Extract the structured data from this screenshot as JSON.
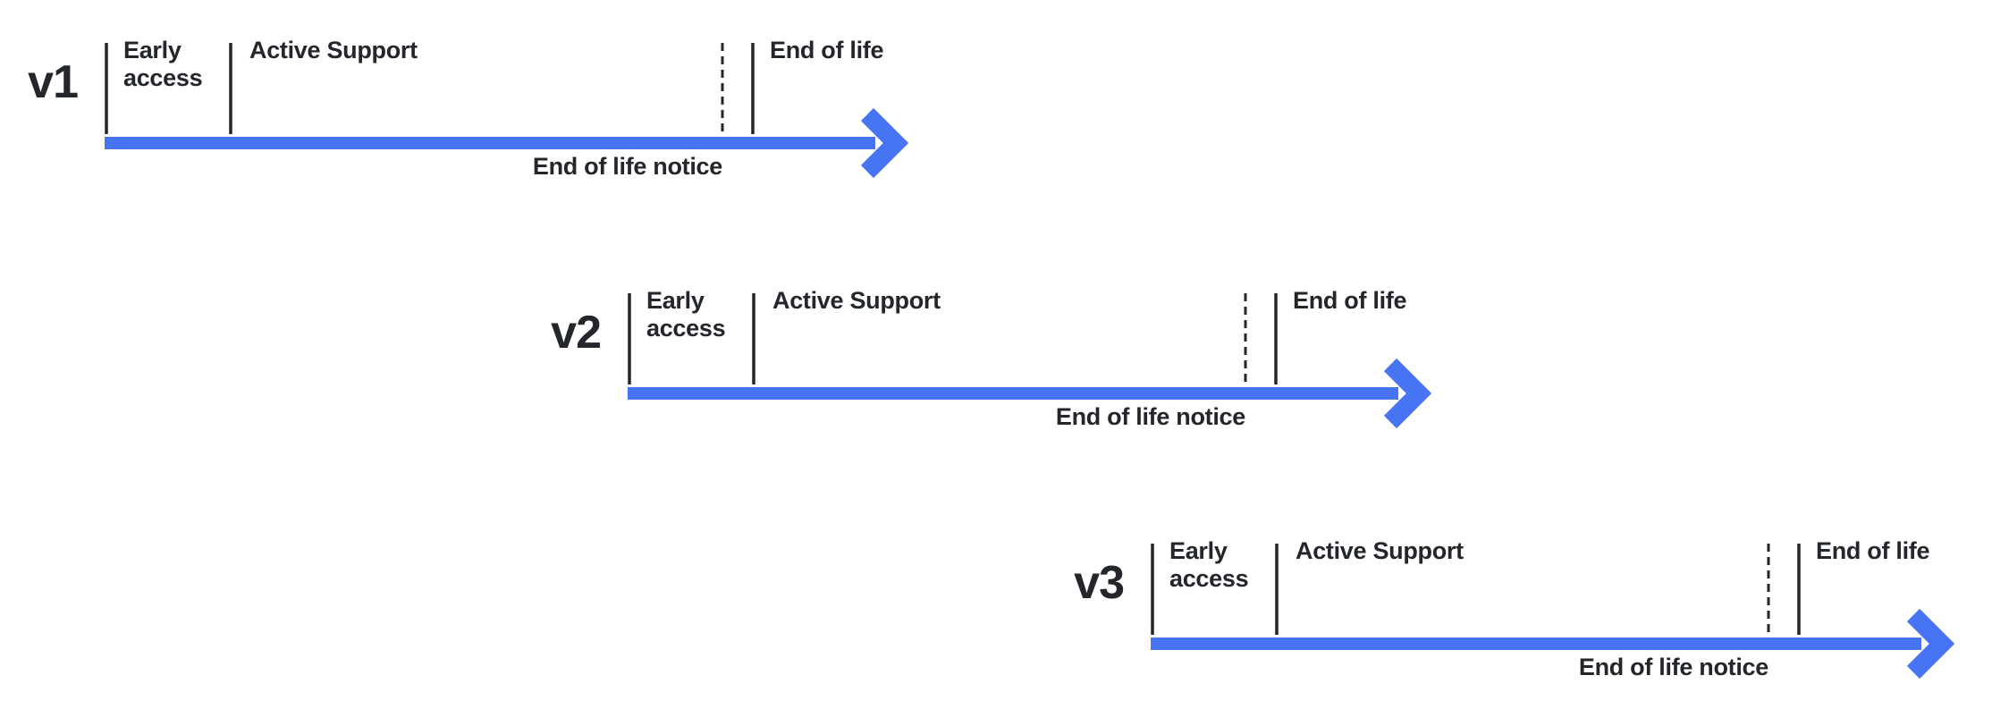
{
  "colors": {
    "timeline_blue": "#4674F3",
    "text_ink": "#23262A",
    "background": "#FFFFFF"
  },
  "timelines": [
    {
      "version": "v1",
      "early_access_label": "Early access",
      "active_support_label": "Active Support",
      "end_of_life_label": "End of life",
      "eol_notice_label": "End of life notice"
    },
    {
      "version": "v2",
      "early_access_label": "Early access",
      "active_support_label": "Active Support",
      "end_of_life_label": "End of life",
      "eol_notice_label": "End of life notice"
    },
    {
      "version": "v3",
      "early_access_label": "Early access",
      "active_support_label": "Active Support",
      "end_of_life_label": "End of life",
      "eol_notice_label": "End of life notice"
    }
  ]
}
